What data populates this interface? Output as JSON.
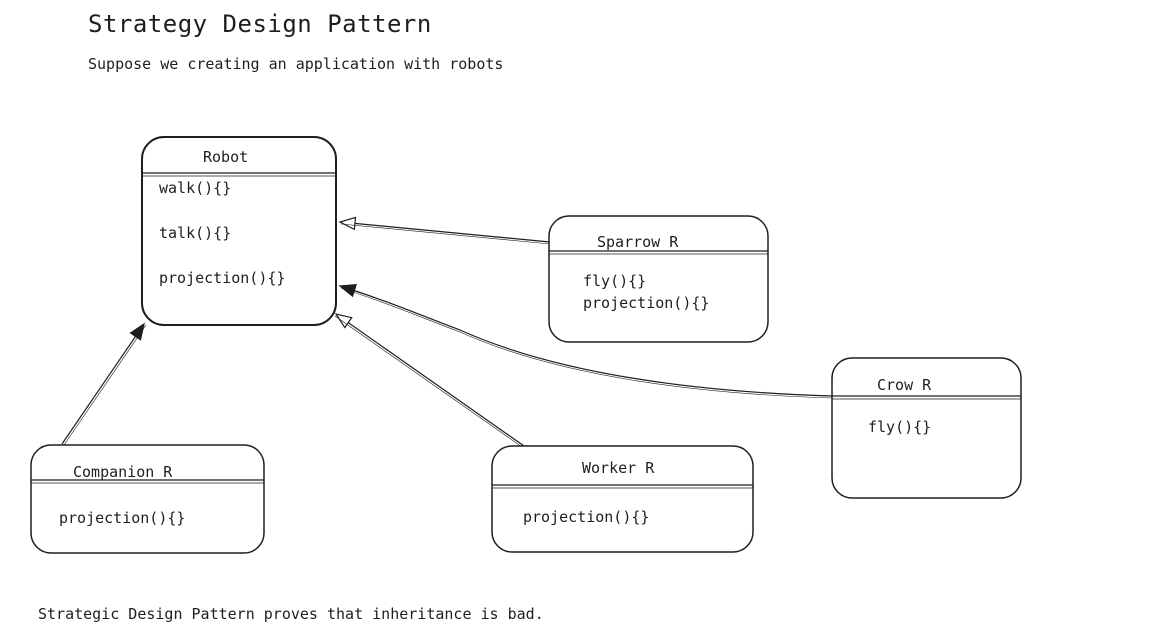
{
  "page": {
    "title": "Strategy Design Pattern",
    "subtitle": "Suppose we creating an application with robots",
    "footer": "Strategic Design Pattern proves that inheritance is bad."
  },
  "classes": {
    "robot": {
      "name": "Robot",
      "methods": [
        "walk(){}",
        "talk(){}",
        "projection(){}"
      ]
    },
    "sparrow": {
      "name": "Sparrow R",
      "methods": [
        "fly(){}",
        "projection(){}"
      ]
    },
    "crow": {
      "name": "Crow R",
      "methods": [
        "fly(){}"
      ]
    },
    "companion": {
      "name": "Companion R",
      "methods": [
        "projection(){}"
      ]
    },
    "worker": {
      "name": "Worker R",
      "methods": [
        "projection(){}"
      ]
    }
  },
  "colors": {
    "stroke": "#1e1e1e",
    "background": "#ffffff"
  }
}
